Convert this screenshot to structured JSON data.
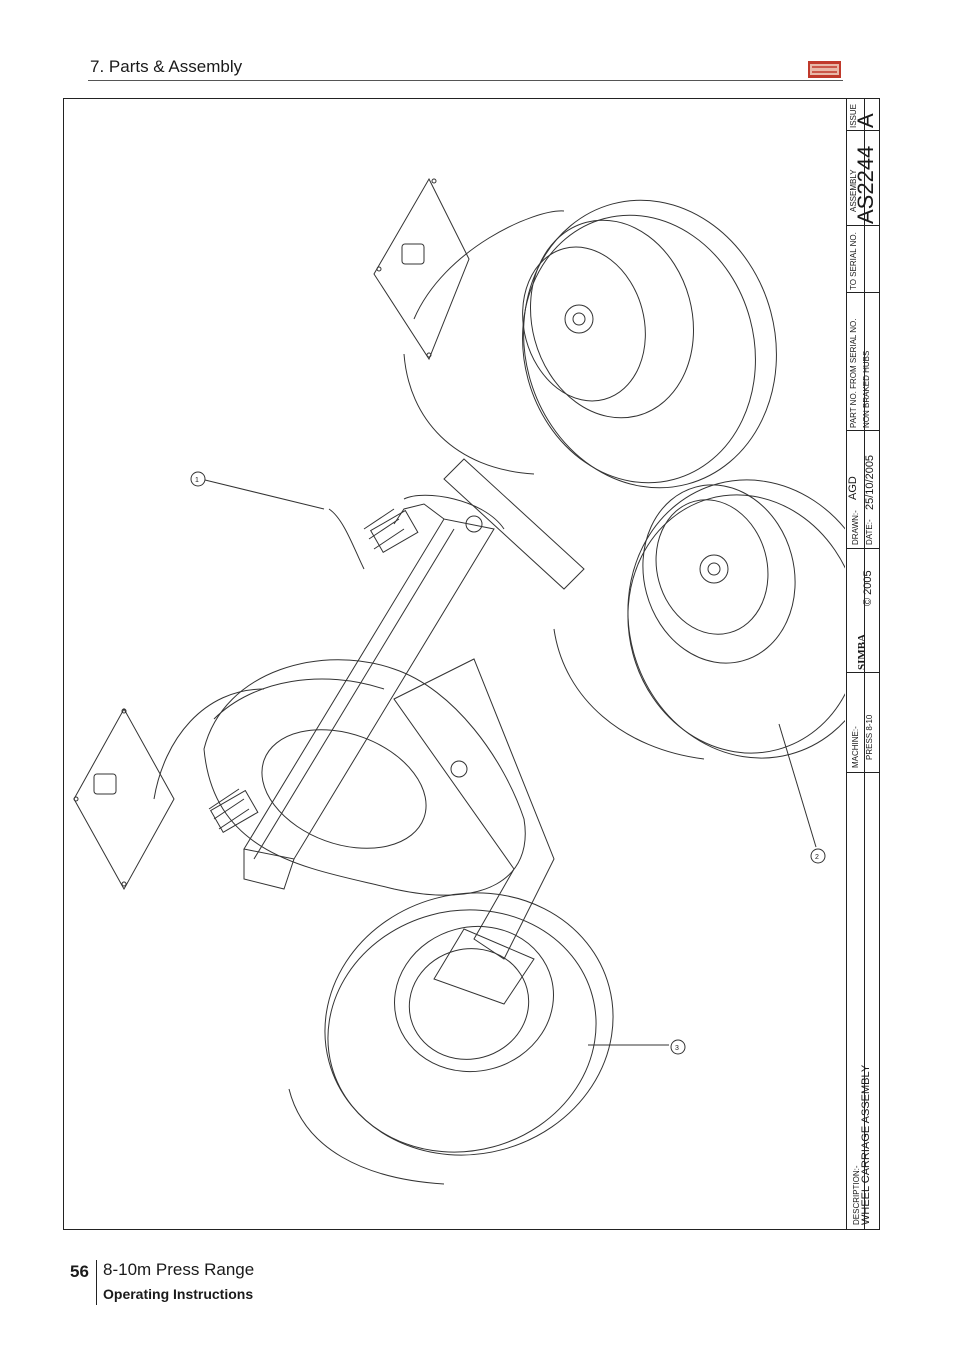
{
  "header": {
    "section_title": "7. Parts & Assembly"
  },
  "title_block": {
    "issue_label": "ISSUE",
    "issue_value": "A",
    "assembly_label": "ASSEMBLY",
    "assembly_no": "AS2244",
    "to_serial_label": "TO SERIAL NO.",
    "from_serial_label": "PART NO.   FROM SERIAL NO.",
    "part_desc": "NON BRAKED HUBS",
    "drawn_label": "DRAWN:-",
    "drawn_value": "AGD",
    "date_label": "DATE:-",
    "date_value": "25/10/2005",
    "copyright": "© 2005",
    "brand": "SIMBA",
    "machine_label": "MACHINE:-",
    "machine_value": "PRESS 8-10",
    "description_label": "DESCRIPTION:-",
    "description_value": "WHEEL CARRIAGE ASSEMBLY"
  },
  "callouts": [
    "1",
    "2",
    "3"
  ],
  "footer": {
    "page_number": "56",
    "product": "8-10m Press Range",
    "doc_type": "Operating Instructions"
  }
}
